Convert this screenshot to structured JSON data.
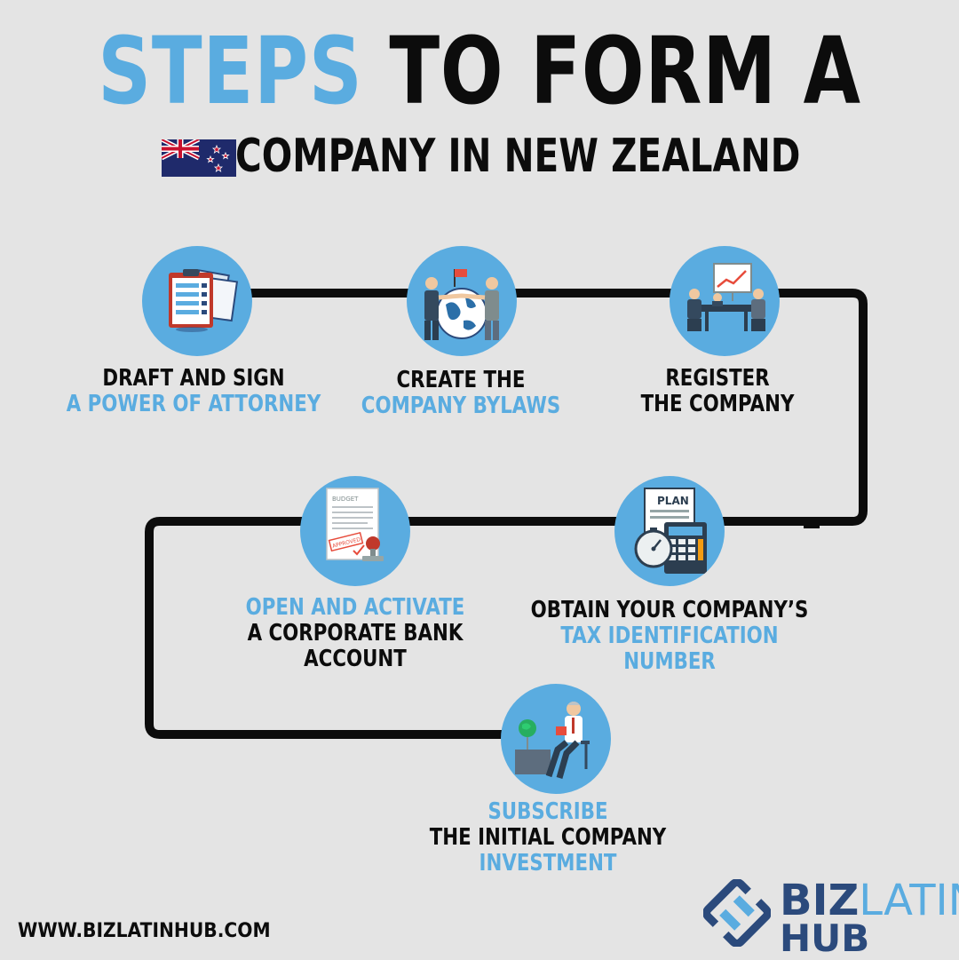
{
  "title": {
    "line1_highlight": "STEPS",
    "line1_rest": "TO FORM A",
    "line2": "COMPANY IN NEW ZEALAND"
  },
  "steps": [
    {
      "icon": "clipboard-documents-icon",
      "line1": "DRAFT AND SIGN",
      "line2": "A POWER OF ATTORNEY",
      "line3": ""
    },
    {
      "icon": "handshake-globe-icon",
      "line1": "CREATE THE",
      "line2": "COMPANY BYLAWS",
      "line3": ""
    },
    {
      "icon": "business-meeting-icon",
      "line1": "REGISTER",
      "line2": "THE COMPANY",
      "line3": ""
    },
    {
      "icon": "tax-plan-calculator-icon",
      "line1": "OBTAIN YOUR COMPANY’S",
      "line2": "TAX IDENTIFICATION",
      "line3": "NUMBER"
    },
    {
      "icon": "budget-approved-stamp-icon",
      "line1": "OPEN AND ACTIVATE",
      "line2": "A CORPORATE BANK",
      "line3": "ACCOUNT"
    },
    {
      "icon": "investor-reading-icon",
      "line1": "SUBSCRIBE",
      "line2": "THE INITIAL COMPANY",
      "line3": "INVESTMENT"
    }
  ],
  "icon_text": {
    "budget": "BUDGET",
    "approved": "APPROVED",
    "plan": "PLAN"
  },
  "website": "WWW.BIZLATINHUB.COM",
  "logo": {
    "biz": "BIZ",
    "latin": "LATIN",
    "hub": "HUB"
  },
  "colors": {
    "accent": "#5aace0",
    "text": "#0c0c0c",
    "background": "#e4e4e4",
    "brand_dark": "#2b4a7c"
  }
}
